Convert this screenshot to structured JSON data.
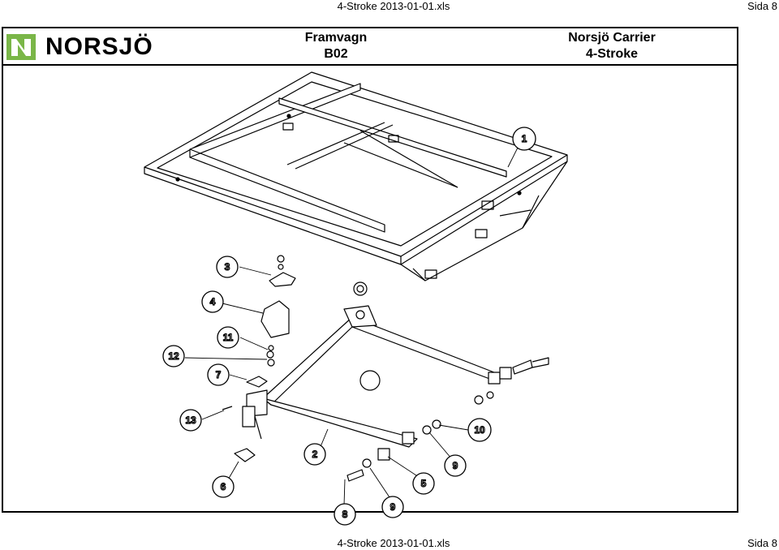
{
  "header": {
    "filename": "4-Stroke 2013-01-01.xls",
    "page": "Sida 8"
  },
  "footer": {
    "filename": "4-Stroke 2013-01-01.xls",
    "page": "Sida 8"
  },
  "title_block": {
    "logo_text": "NORSJÖ",
    "title_line1": "Framvagn",
    "title_line2": "B02",
    "product_line1": "Norsjö Carrier",
    "product_line2": "4-Stroke"
  },
  "callouts": [
    "1",
    "3",
    "4",
    "11",
    "12",
    "7",
    "13",
    "2",
    "6",
    "8",
    "9",
    "5",
    "9",
    "10"
  ],
  "colors": {
    "logo_green": "#7ab648"
  }
}
